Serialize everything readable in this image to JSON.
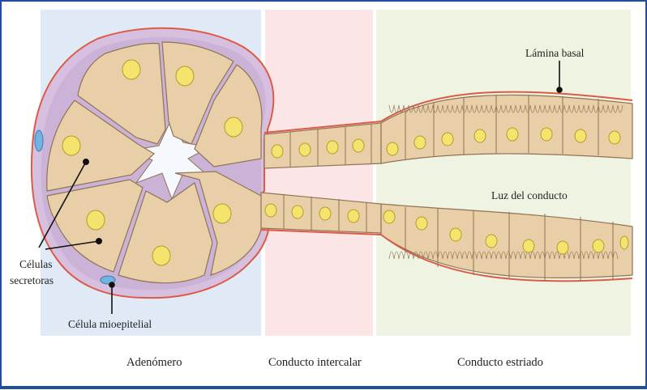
{
  "regions": {
    "adenomero": "Adenómero",
    "intercalar": "Conducto intercalar",
    "estriado": "Conducto estriado"
  },
  "labels": {
    "lamina_basal": "Lámina basal",
    "luz": "Luz del conducto",
    "celulas_line1": "Células",
    "celulas_line2": "secretoras",
    "mioepitelial": "Célula mioepitelial"
  },
  "colors": {
    "adenomero_bg": "#dfeaf6",
    "intercalar_bg": "#fbe5e6",
    "estriado_bg": "#eef3e2",
    "cell_fill": "#e9cfa8",
    "cell_stroke": "#8f7355",
    "nucleus_fill": "#f4e46e",
    "nucleus_stroke": "#b69a2e",
    "myo_layer": "#d7bfe0",
    "basal_line": "#dd5b45",
    "myo_cell": "#72b3df",
    "frame_border": "#1f4f9a"
  }
}
